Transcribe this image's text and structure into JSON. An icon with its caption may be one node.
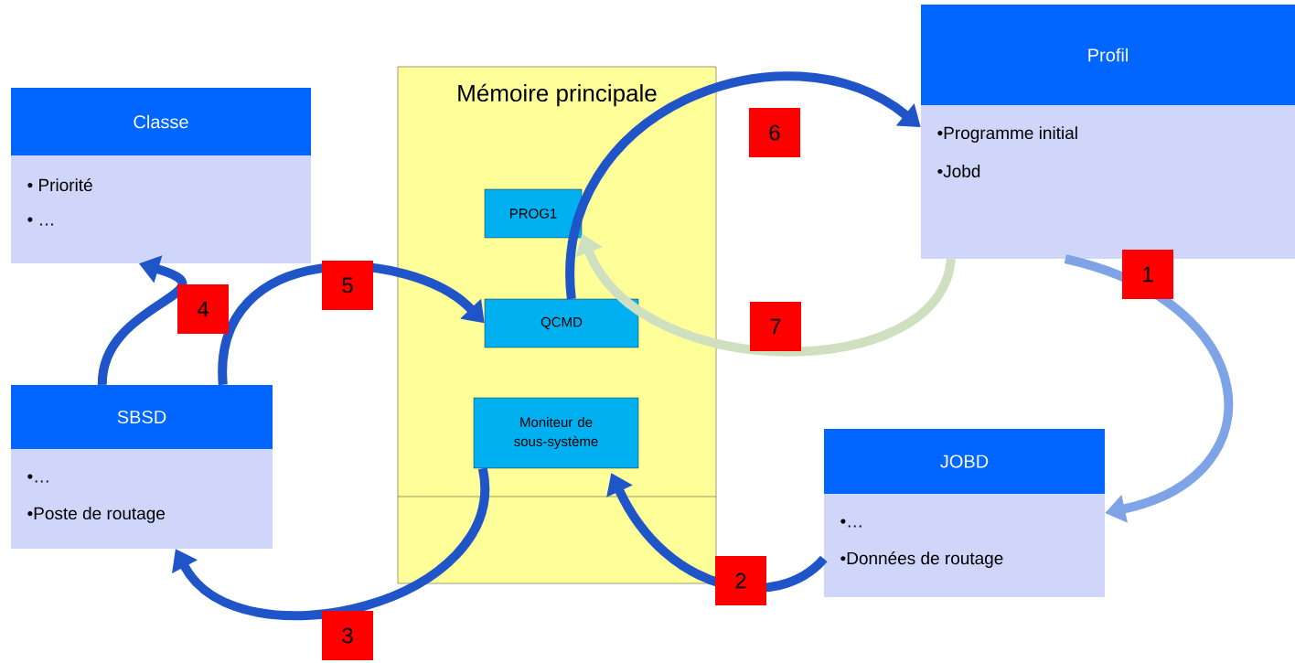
{
  "diagram": {
    "nodes": [
      {
        "text": [
          "Classe",
          "• Priorité",
          "• …"
        ]
      },
      {
        "text": [
          "SBSD",
          "•…",
          "•Poste de routage"
        ]
      },
      {
        "text": [
          "Mémoire principale"
        ]
      },
      {
        "text": [
          "PROG1"
        ],
        "in": 2
      },
      {
        "text": [
          "QCMD"
        ],
        "in": 2
      },
      {
        "text": [
          "Moniteur de sous-système"
        ],
        "in": 2
      },
      {
        "text": [
          "Profil",
          "•Programme initial",
          "•Jobd"
        ]
      },
      {
        "text": [
          "JOBD",
          "•…",
          "•Données de routage"
        ]
      }
    ],
    "edges": [
      {
        "from": 6,
        "to": 7,
        "arrow": "to",
        "label": "1",
        "color": "#7ea3e6"
      },
      {
        "from": 7,
        "to": 5,
        "arrow": "to",
        "label": "2"
      },
      {
        "from": 5,
        "to": 1,
        "arrow": "to",
        "label": "3"
      },
      {
        "from": 1,
        "to": 0,
        "arrow": "to",
        "label": "4"
      },
      {
        "from": 1,
        "to": 4,
        "arrow": "to",
        "label": "5"
      },
      {
        "from": 4,
        "to": 6,
        "arrow": "to",
        "label": "6"
      },
      {
        "from": 6,
        "to": 3,
        "arrow": "to",
        "label": "7",
        "color": "#cfe0c0"
      }
    ]
  }
}
